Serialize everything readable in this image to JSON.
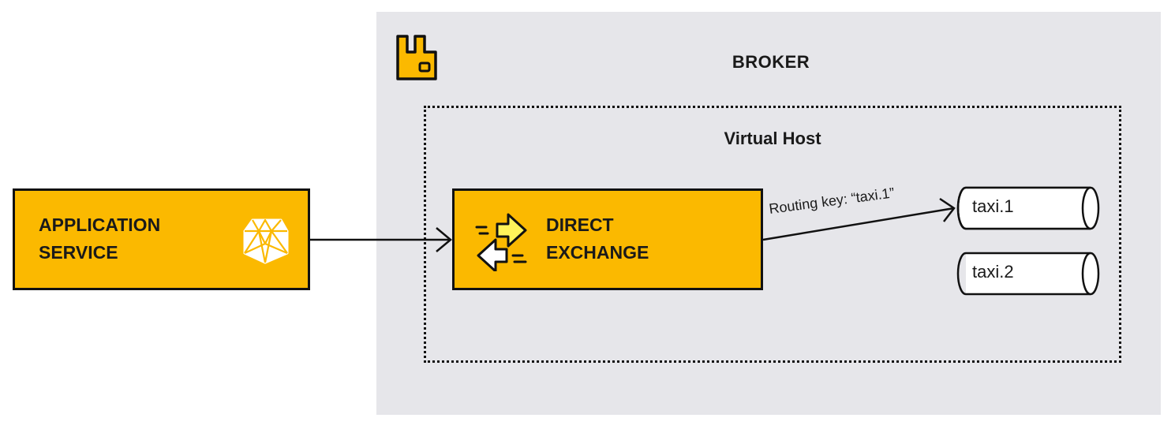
{
  "broker": {
    "title": "BROKER",
    "logo_icon": "rabbitmq-logo-icon",
    "background_color": "#e6e6ea"
  },
  "virtual_host": {
    "title": "Virtual Host"
  },
  "application_service": {
    "label": "APPLICATION\nSERVICE",
    "icon": "ruby-gem-icon",
    "color": "#fbb900"
  },
  "exchange": {
    "label": "DIRECT\nEXCHANGE",
    "icon": "exchange-arrows-icon",
    "color": "#fbb900"
  },
  "routing": {
    "label": "Routing key: “taxi.1”"
  },
  "queues": [
    {
      "label": "taxi.1"
    },
    {
      "label": "taxi.2"
    }
  ]
}
